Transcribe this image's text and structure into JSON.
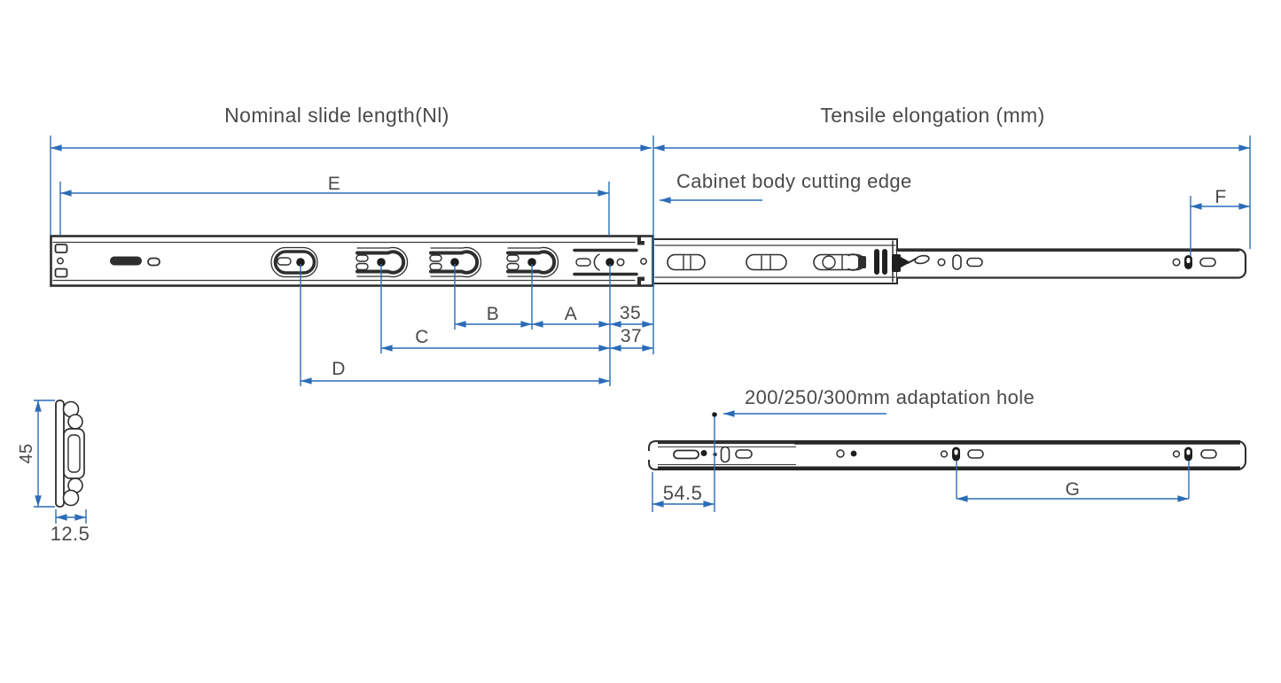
{
  "title_labels": {
    "nominal": "Nominal slide length(Nl)",
    "tensile": "Tensile elongation (mm)",
    "cabinet_edge": "Cabinet body cutting edge",
    "adaptation_hole": "200/250/300mm adaptation hole"
  },
  "dim_letters": {
    "E": "E",
    "F": "F",
    "B": "B",
    "A": "A",
    "C": "C",
    "D": "D",
    "G": "G"
  },
  "dim_values": {
    "v35": "35",
    "v37": "37",
    "v45": "45",
    "v12_5": "12.5",
    "v54_5": "54.5"
  },
  "colors": {
    "dimension_blue": "#2b6cb8",
    "drawing_dark": "#2e2e2e",
    "text_gray": "#4a4a4a"
  }
}
